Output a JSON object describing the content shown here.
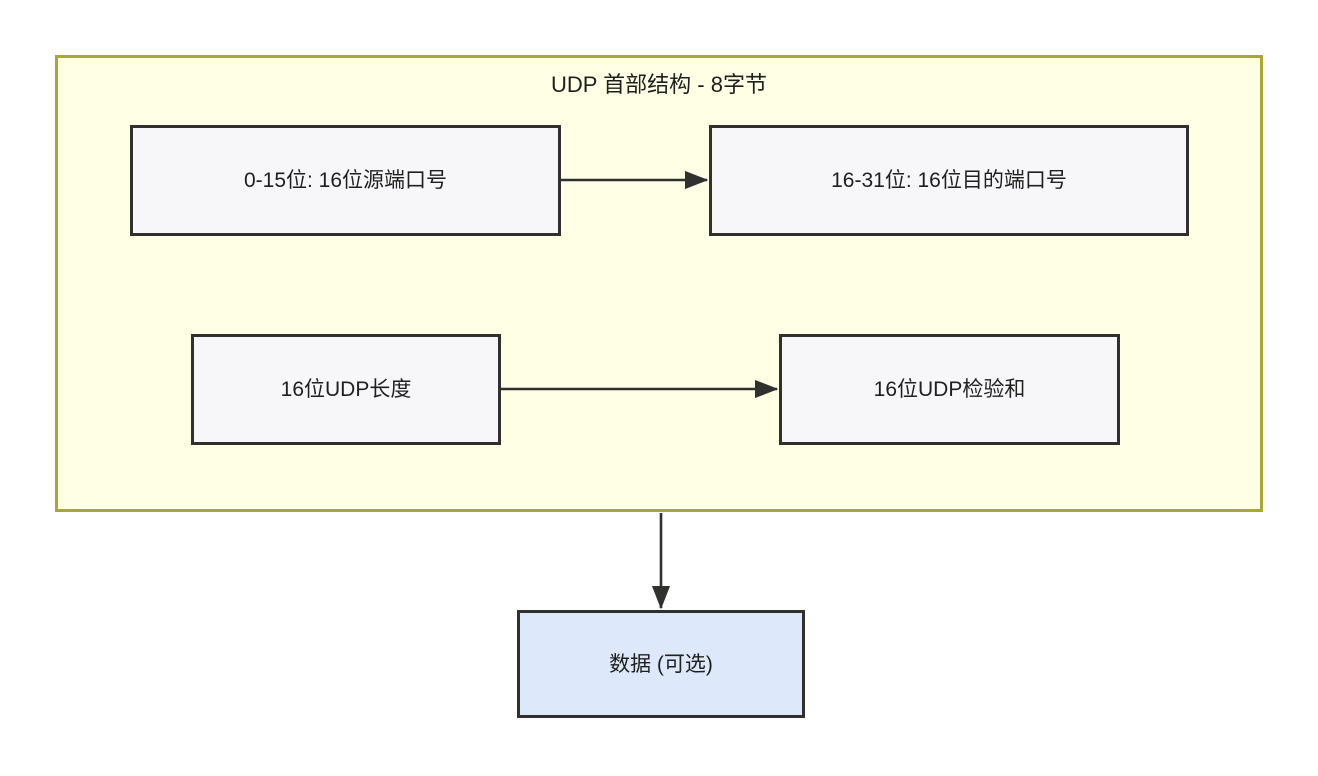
{
  "diagram": {
    "title": "UDP 首部结构 - 8字节",
    "colors": {
      "group_fill": "#ffffe6",
      "group_border": "#a8a832",
      "node_fill": "#f7f7f9",
      "node_border": "#30302e",
      "data_fill": "#dde9fa",
      "edge": "#30302e",
      "text": "#1f1f1f"
    },
    "group": {
      "label": "UDP 首部结构 - 8字节"
    },
    "nodes": [
      {
        "id": "src-port",
        "label": "0-15位: 16位源端口号"
      },
      {
        "id": "dst-port",
        "label": "16-31位: 16位目的端口号"
      },
      {
        "id": "udp-len",
        "label": "16位UDP长度"
      },
      {
        "id": "udp-cksum",
        "label": "16位UDP检验和"
      },
      {
        "id": "data",
        "label": "数据 (可选)"
      }
    ],
    "edges": [
      {
        "from": "src-port",
        "to": "dst-port",
        "label": "",
        "direction": "right"
      },
      {
        "from": "udp-len",
        "to": "udp-cksum",
        "label": "",
        "direction": "right"
      },
      {
        "from": "group",
        "to": "data",
        "label": "",
        "direction": "down"
      }
    ]
  }
}
